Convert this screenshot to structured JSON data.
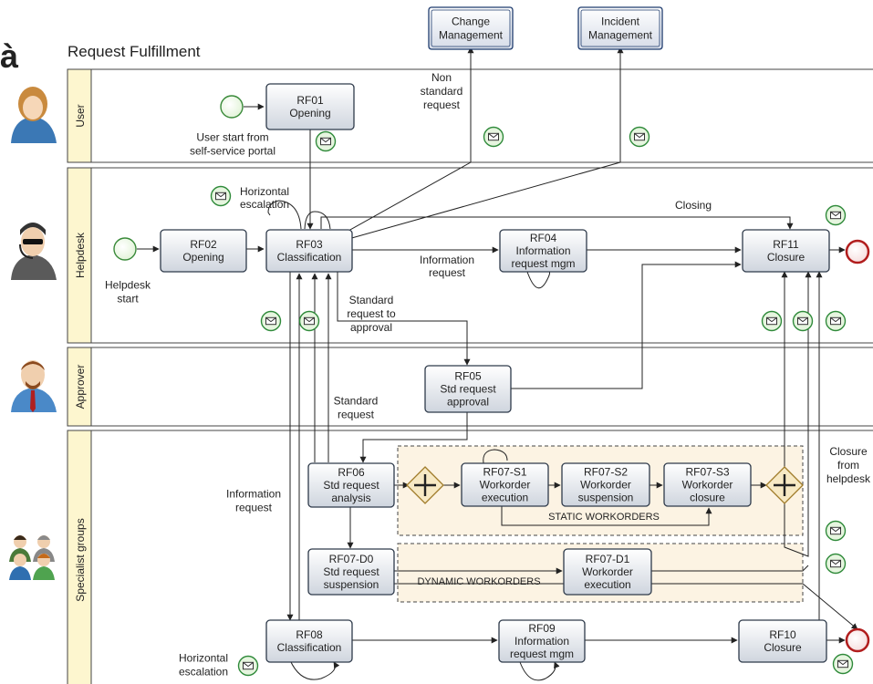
{
  "title": "Request Fulfillment",
  "lanes": [
    "User",
    "Helpdesk",
    "Approver",
    "Specialist groups"
  ],
  "external": [
    {
      "id": "chg",
      "label": [
        "Change",
        "Management"
      ]
    },
    {
      "id": "inc",
      "label": [
        "Incident",
        "Management"
      ]
    }
  ],
  "tasks": [
    {
      "id": "rf01",
      "label": [
        "RF01",
        "Opening"
      ]
    },
    {
      "id": "rf02",
      "label": [
        "RF02",
        "Opening"
      ]
    },
    {
      "id": "rf03",
      "label": [
        "RF03",
        "Classification"
      ]
    },
    {
      "id": "rf04",
      "label": [
        "RF04",
        "Information",
        "request mgm"
      ]
    },
    {
      "id": "rf11",
      "label": [
        "RF11",
        "Closure"
      ]
    },
    {
      "id": "rf05",
      "label": [
        "RF05",
        "Std request",
        "approval"
      ]
    },
    {
      "id": "rf06",
      "label": [
        "RF06",
        "Std request",
        "analysis"
      ]
    },
    {
      "id": "rf07s1",
      "label": [
        "RF07-S1",
        "Workorder",
        "execution"
      ]
    },
    {
      "id": "rf07s2",
      "label": [
        "RF07-S2",
        "Workorder",
        "suspension"
      ]
    },
    {
      "id": "rf07s3",
      "label": [
        "RF07-S3",
        "Workorder",
        "closure"
      ]
    },
    {
      "id": "rf07d0",
      "label": [
        "RF07-D0",
        "Std request",
        "suspension"
      ]
    },
    {
      "id": "rf07d1",
      "label": [
        "RF07-D1",
        "Workorder",
        "execution"
      ]
    },
    {
      "id": "rf08",
      "label": [
        "RF08",
        "Classification"
      ]
    },
    {
      "id": "rf09",
      "label": [
        "RF09",
        "Information",
        "request mgm"
      ]
    },
    {
      "id": "rf10",
      "label": [
        "RF10",
        "Closure"
      ]
    }
  ],
  "groups": [
    {
      "id": "static",
      "label": "STATIC WORKORDERS"
    },
    {
      "id": "dynamic",
      "label": "DYNAMIC WORKORDERS"
    }
  ],
  "annotations": [
    {
      "id": "user-start",
      "lines": [
        "User start from",
        "self-service portal"
      ]
    },
    {
      "id": "non-standard",
      "lines": [
        "Non",
        "standard",
        "request"
      ]
    },
    {
      "id": "horiz-esc-1",
      "lines": [
        "Horizontal",
        "escalation"
      ]
    },
    {
      "id": "closing",
      "lines": [
        "Closing"
      ]
    },
    {
      "id": "info-req-1",
      "lines": [
        "Information",
        "request"
      ]
    },
    {
      "id": "helpdesk-start",
      "lines": [
        "Helpdesk",
        "start"
      ]
    },
    {
      "id": "std-to-approval",
      "lines": [
        "Standard",
        "request to",
        "approval"
      ]
    },
    {
      "id": "std-request",
      "lines": [
        "Standard",
        "request"
      ]
    },
    {
      "id": "closure-helpdesk",
      "lines": [
        "Closure",
        "from",
        "helpdesk"
      ]
    },
    {
      "id": "info-req-2",
      "lines": [
        "Information",
        "request"
      ]
    },
    {
      "id": "horiz-esc-2",
      "lines": [
        "Horizontal",
        "escalation"
      ]
    }
  ],
  "colors": {
    "task_top": "#ffffff",
    "task_bottom": "#cfd5de",
    "task_stroke": "#2e3a4a",
    "lane_header": "#fdf6cf",
    "group_fill": "#fcf3e3",
    "gateway": "#f7e9c4",
    "start_stroke": "#3a8a3a",
    "end_stroke": "#b11d1d",
    "message_stroke": "#2f8a3a"
  }
}
